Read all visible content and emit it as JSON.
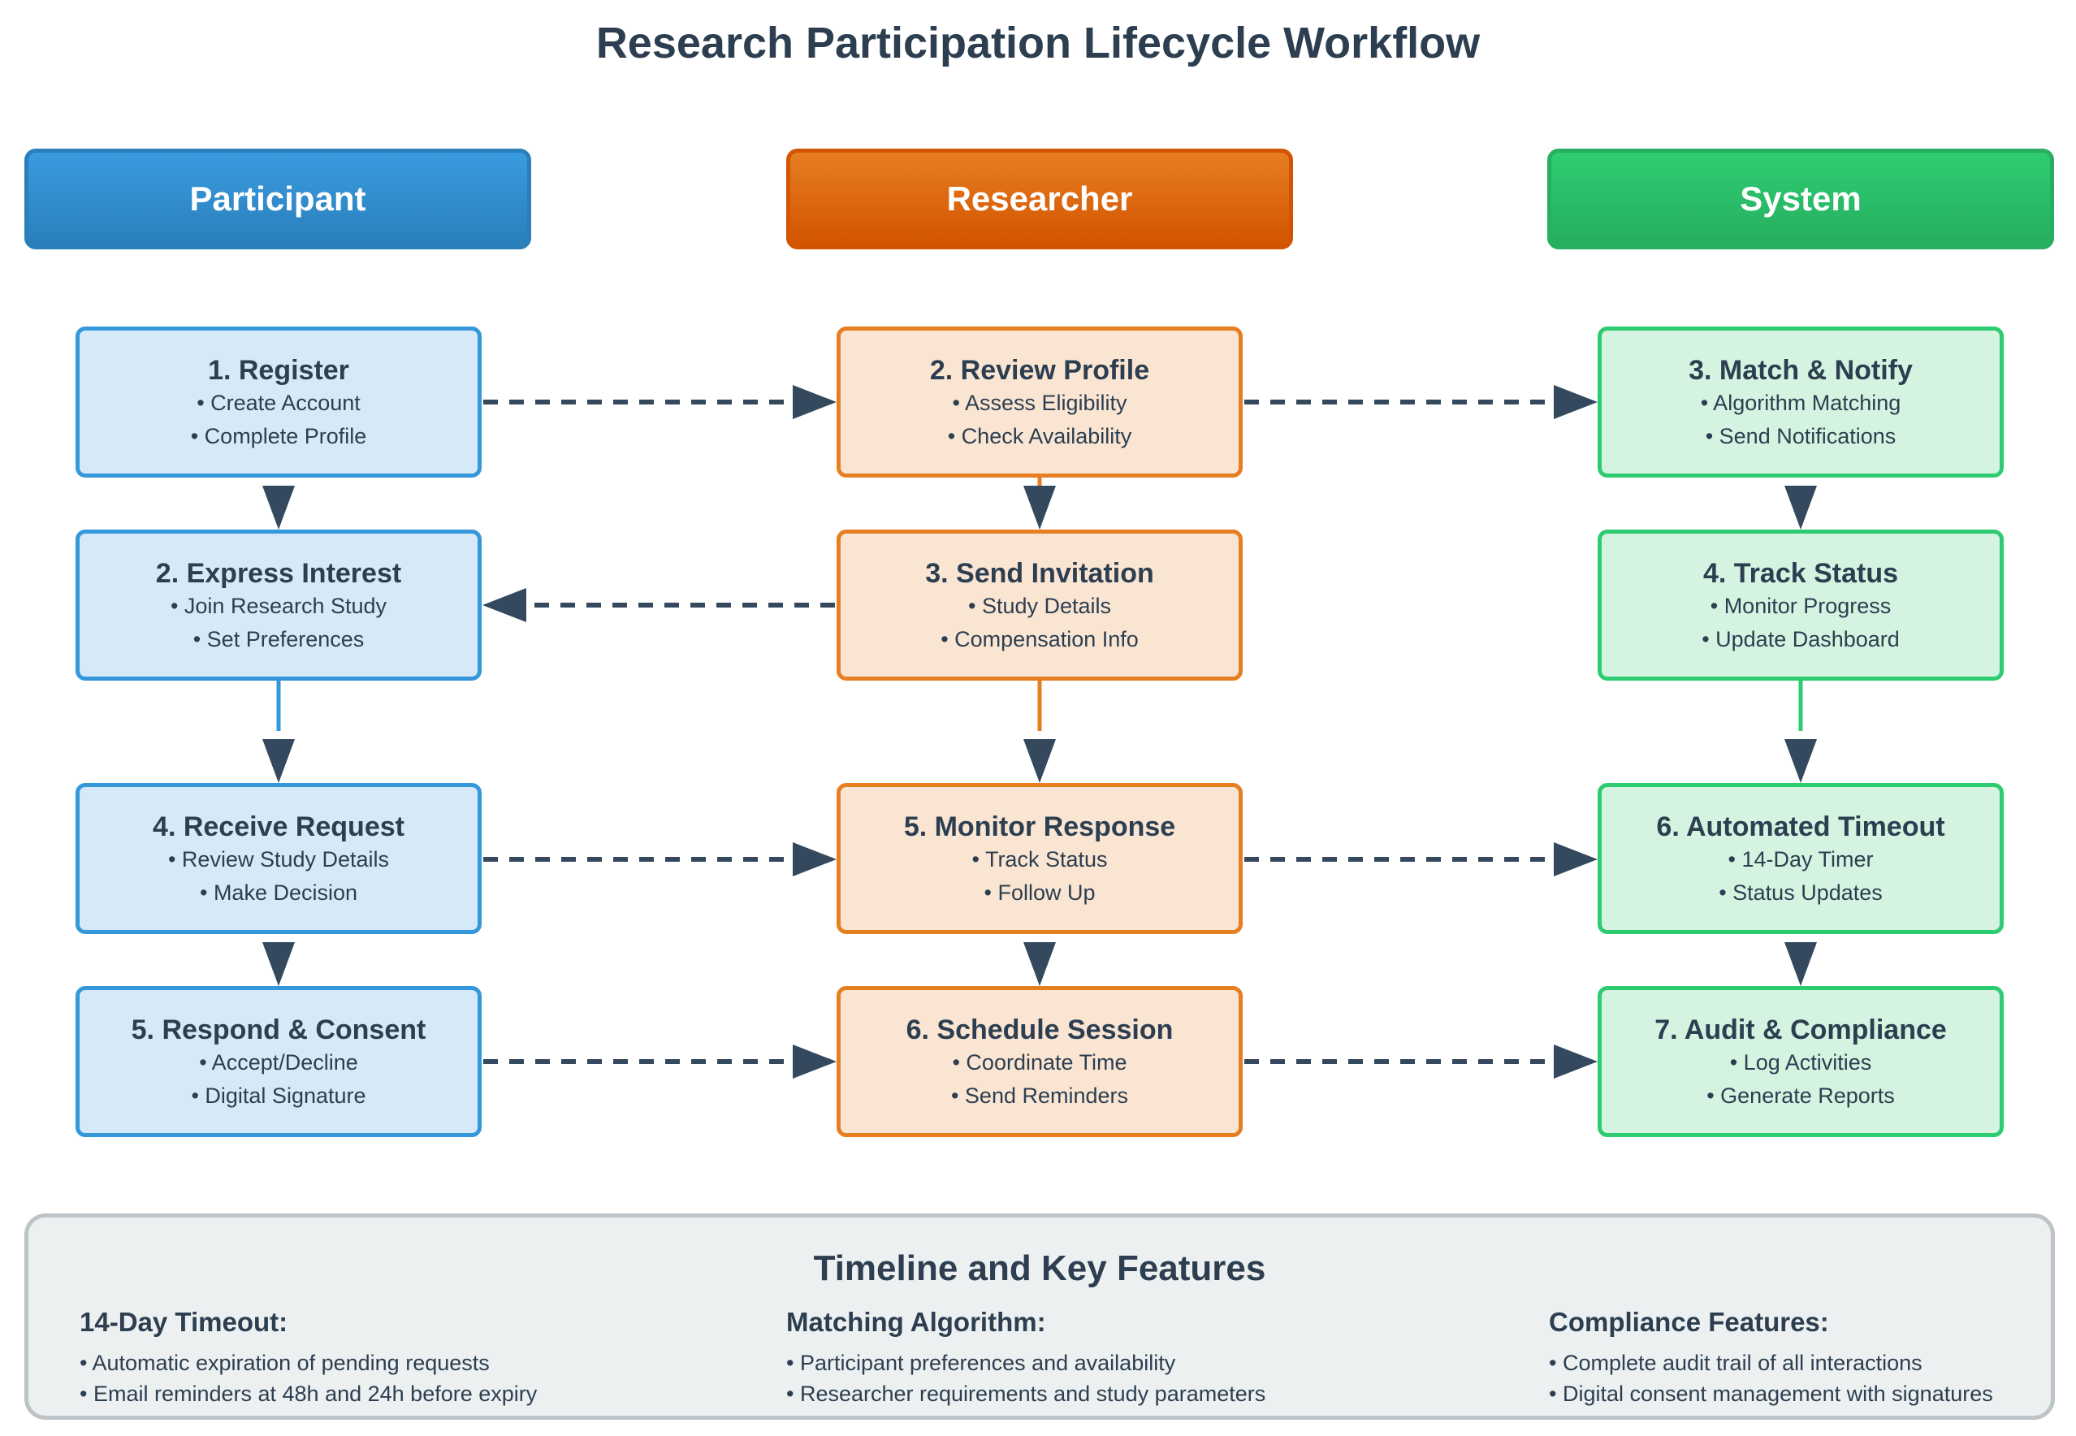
{
  "title": "Research Participation Lifecycle Workflow",
  "lanes": [
    "Participant",
    "Researcher",
    "System"
  ],
  "participant": [
    {
      "title": "1. Register",
      "items": [
        "• Create Account",
        "• Complete Profile"
      ]
    },
    {
      "title": "2. Express Interest",
      "items": [
        "• Join Research Study",
        "• Set Preferences"
      ]
    },
    {
      "title": "4. Receive Request",
      "items": [
        "• Review Study Details",
        "• Make Decision"
      ]
    },
    {
      "title": "5. Respond & Consent",
      "items": [
        "• Accept/Decline",
        "• Digital Signature"
      ]
    }
  ],
  "researcher": [
    {
      "title": "2. Review Profile",
      "items": [
        "• Assess Eligibility",
        "• Check Availability"
      ]
    },
    {
      "title": "3. Send Invitation",
      "items": [
        "• Study Details",
        "• Compensation Info"
      ]
    },
    {
      "title": "5. Monitor Response",
      "items": [
        "• Track Status",
        "• Follow Up"
      ]
    },
    {
      "title": "6. Schedule Session",
      "items": [
        "• Coordinate Time",
        "• Send Reminders"
      ]
    }
  ],
  "system": [
    {
      "title": "3. Match & Notify",
      "items": [
        "• Algorithm Matching",
        "• Send Notifications"
      ]
    },
    {
      "title": "4. Track Status",
      "items": [
        "• Monitor Progress",
        "• Update Dashboard"
      ]
    },
    {
      "title": "6. Automated Timeout",
      "items": [
        "• 14-Day Timer",
        "• Status Updates"
      ]
    },
    {
      "title": "7. Audit & Compliance",
      "items": [
        "• Log Activities",
        "• Generate Reports"
      ]
    }
  ],
  "features": {
    "title": "Timeline and Key Features",
    "columns": [
      {
        "heading": "14-Day Timeout:",
        "items": [
          "• Automatic expiration of pending requests",
          "• Email reminders at 48h and 24h before expiry"
        ]
      },
      {
        "heading": "Matching Algorithm:",
        "items": [
          "• Participant preferences and availability",
          "• Researcher requirements and study parameters"
        ]
      },
      {
        "heading": "Compliance Features:",
        "items": [
          "• Complete audit trail of all interactions",
          "• Digital consent management with signatures"
        ]
      }
    ]
  },
  "colors": {
    "participant": "#3498db",
    "researcher": "#e67e22",
    "system": "#2ecc71",
    "arrow": "#34495e"
  }
}
